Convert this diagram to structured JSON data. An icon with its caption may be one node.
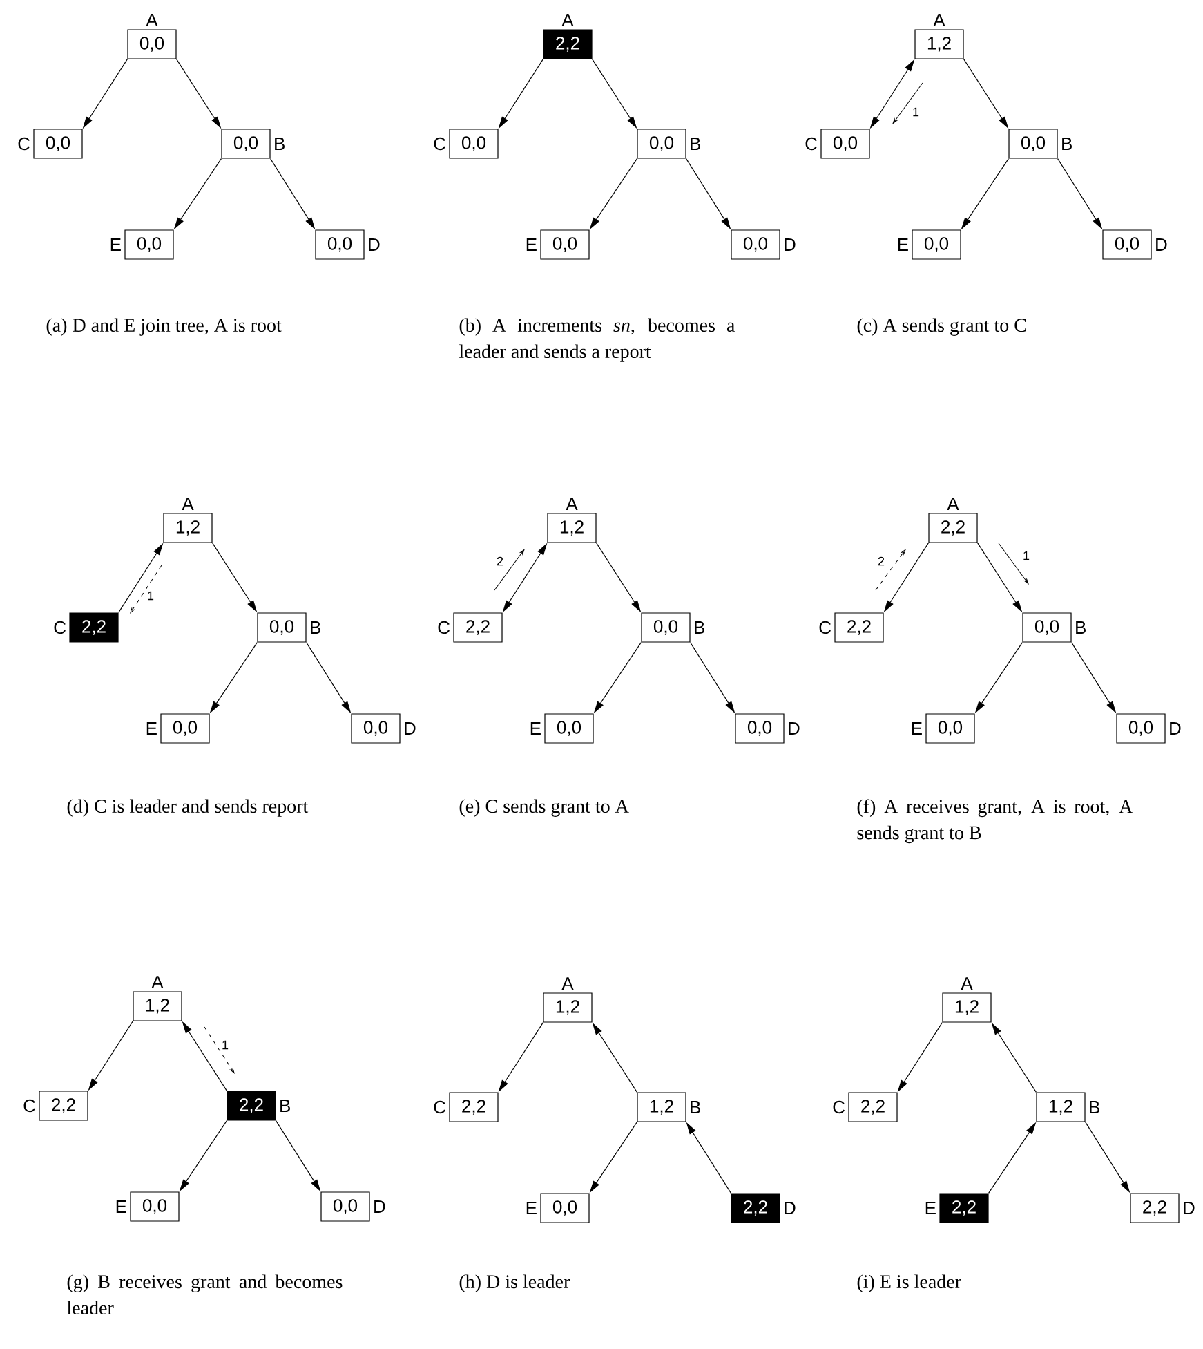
{
  "diagram": {
    "nodes": [
      {
        "text": [
          "0,0"
        ],
        "beside": [
          "A"
        ]
      },
      {
        "text": [
          "0,0"
        ],
        "beside": [
          "C"
        ]
      },
      {
        "text": [
          "0,0"
        ],
        "beside": [
          "B"
        ]
      },
      {
        "text": [
          "0,0"
        ],
        "beside": [
          "E"
        ]
      },
      {
        "text": [
          "0,0"
        ],
        "beside": [
          "D"
        ]
      },
      {
        "text": [
          "2,2"
        ],
        "beside": [
          "A"
        ]
      },
      {
        "text": [
          "0,0"
        ],
        "beside": [
          "C"
        ]
      },
      {
        "text": [
          "0,0"
        ],
        "beside": [
          "B"
        ]
      },
      {
        "text": [
          "0,0"
        ],
        "beside": [
          "E"
        ]
      },
      {
        "text": [
          "0,0"
        ],
        "beside": [
          "D"
        ]
      },
      {
        "text": [
          "1,2"
        ],
        "beside": [
          "A"
        ]
      },
      {
        "text": [
          "0,0"
        ],
        "beside": [
          "C"
        ]
      },
      {
        "text": [
          "0,0"
        ],
        "beside": [
          "B"
        ]
      },
      {
        "text": [
          "0,0"
        ],
        "beside": [
          "E"
        ]
      },
      {
        "text": [
          "0,0"
        ],
        "beside": [
          "D"
        ]
      },
      {
        "text": [
          "1,2"
        ],
        "beside": [
          "A"
        ]
      },
      {
        "text": [
          "2,2"
        ],
        "beside": [
          "C"
        ]
      },
      {
        "text": [
          "0,0"
        ],
        "beside": [
          "B"
        ]
      },
      {
        "text": [
          "0,0"
        ],
        "beside": [
          "E"
        ]
      },
      {
        "text": [
          "0,0"
        ],
        "beside": [
          "D"
        ]
      },
      {
        "text": [
          "1,2"
        ],
        "beside": [
          "A"
        ]
      },
      {
        "text": [
          "2,2"
        ],
        "beside": [
          "C"
        ]
      },
      {
        "text": [
          "0,0"
        ],
        "beside": [
          "B"
        ]
      },
      {
        "text": [
          "0,0"
        ],
        "beside": [
          "E"
        ]
      },
      {
        "text": [
          "0,0"
        ],
        "beside": [
          "D"
        ]
      },
      {
        "text": [
          "2,2"
        ],
        "beside": [
          "A"
        ]
      },
      {
        "text": [
          "2,2"
        ],
        "beside": [
          "C"
        ]
      },
      {
        "text": [
          "0,0"
        ],
        "beside": [
          "B"
        ]
      },
      {
        "text": [
          "0,0"
        ],
        "beside": [
          "E"
        ]
      },
      {
        "text": [
          "0,0"
        ],
        "beside": [
          "D"
        ]
      },
      {
        "text": [
          "1,2"
        ],
        "beside": [
          "A"
        ]
      },
      {
        "text": [
          "2,2"
        ],
        "beside": [
          "C"
        ]
      },
      {
        "text": [
          "2,2"
        ],
        "beside": [
          "B"
        ]
      },
      {
        "text": [
          "0,0"
        ],
        "beside": [
          "E"
        ]
      },
      {
        "text": [
          "0,0"
        ],
        "beside": [
          "D"
        ]
      },
      {
        "text": [
          "1,2"
        ],
        "beside": [
          "A"
        ]
      },
      {
        "text": [
          "2,2"
        ],
        "beside": [
          "C"
        ]
      },
      {
        "text": [
          "1,2"
        ],
        "beside": [
          "B"
        ]
      },
      {
        "text": [
          "0,0"
        ],
        "beside": [
          "E"
        ]
      },
      {
        "text": [
          "2,2"
        ],
        "beside": [
          "D"
        ]
      },
      {
        "text": [
          "1,2"
        ],
        "beside": [
          "A"
        ]
      },
      {
        "text": [
          "2,2"
        ],
        "beside": [
          "C"
        ]
      },
      {
        "text": [
          "1,2"
        ],
        "beside": [
          "B"
        ]
      },
      {
        "text": [
          "2,2"
        ],
        "beside": [
          "E"
        ]
      },
      {
        "text": [
          "2,2"
        ],
        "beside": [
          "D"
        ]
      }
    ],
    "edges": [
      {
        "from": 0,
        "to": 1,
        "arrow": "to"
      },
      {
        "from": 0,
        "to": 2,
        "arrow": "to"
      },
      {
        "from": 2,
        "to": 3,
        "arrow": "to"
      },
      {
        "from": 2,
        "to": 4,
        "arrow": "to"
      },
      {
        "from": 5,
        "to": 6,
        "arrow": "to"
      },
      {
        "from": 5,
        "to": 7,
        "arrow": "to"
      },
      {
        "from": 7,
        "to": 8,
        "arrow": "to"
      },
      {
        "from": 7,
        "to": 9,
        "arrow": "to"
      },
      {
        "from": 10,
        "to": 11,
        "arrow": "both"
      },
      {
        "from": 10,
        "to": 12,
        "arrow": "to"
      },
      {
        "from": 12,
        "to": 13,
        "arrow": "to"
      },
      {
        "from": 12,
        "to": 14,
        "arrow": "to"
      },
      {
        "from": 16,
        "to": 15,
        "arrow": "to"
      },
      {
        "from": 15,
        "to": 17,
        "arrow": "to"
      },
      {
        "from": 17,
        "to": 18,
        "arrow": "to"
      },
      {
        "from": 17,
        "to": 19,
        "arrow": "to"
      },
      {
        "from": 20,
        "to": 21,
        "arrow": "both"
      },
      {
        "from": 20,
        "to": 22,
        "arrow": "to"
      },
      {
        "from": 22,
        "to": 23,
        "arrow": "to"
      },
      {
        "from": 22,
        "to": 24,
        "arrow": "to"
      },
      {
        "from": 25,
        "to": 26,
        "arrow": "to"
      },
      {
        "from": 25,
        "to": 27,
        "arrow": "to"
      },
      {
        "from": 27,
        "to": 28,
        "arrow": "to"
      },
      {
        "from": 27,
        "to": 29,
        "arrow": "to"
      },
      {
        "from": 30,
        "to": 31,
        "arrow": "to"
      },
      {
        "from": 32,
        "to": 30,
        "arrow": "to"
      },
      {
        "from": 32,
        "to": 33,
        "arrow": "to"
      },
      {
        "from": 32,
        "to": 34,
        "arrow": "to"
      },
      {
        "from": 35,
        "to": 36,
        "arrow": "to"
      },
      {
        "from": 37,
        "to": 35,
        "arrow": "to"
      },
      {
        "from": 37,
        "to": 38,
        "arrow": "to"
      },
      {
        "from": 39,
        "to": 37,
        "arrow": "to"
      },
      {
        "from": 40,
        "to": 41,
        "arrow": "to"
      },
      {
        "from": 42,
        "to": 40,
        "arrow": "to"
      },
      {
        "from": 43,
        "to": 42,
        "arrow": "to"
      },
      {
        "from": 42,
        "to": 44,
        "arrow": "to"
      }
    ],
    "labels": [
      "1",
      "(a) D and E join tree, A is root",
      "(b) A increments *sn*, becomes a leader and sends a report",
      "(c) A sends grant to C",
      "1",
      "2",
      "2",
      "1",
      "(d) C is leader and sends report",
      "(e) C sends grant to A",
      "(f) A receives grant, A is root, A sends grant to B",
      "1",
      "(g) B receives grant and becomes leader",
      "(h) D is leader",
      "(i) E is leader"
    ]
  }
}
